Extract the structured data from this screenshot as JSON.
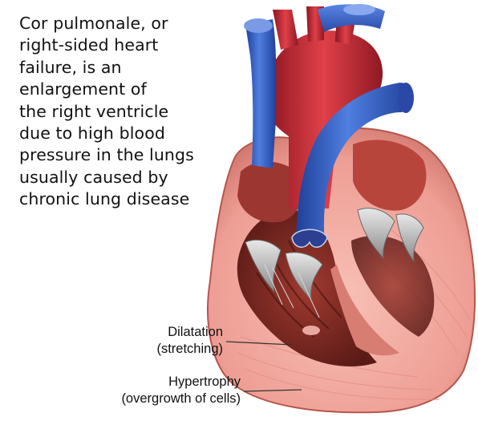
{
  "description": {
    "lines": [
      "Cor pulmonale, or",
      "right-sided heart",
      "failure, is an",
      "enlargement of",
      "the right ventricle",
      "due to high blood",
      "pressure in the lungs",
      "usually caused by",
      "chronic lung disease"
    ]
  },
  "labels": {
    "dilatation": {
      "title": "Dilatation",
      "detail": "(stretching)"
    },
    "hypertrophy": {
      "title": "Hypertrophy",
      "detail": "(overgrowth of cells)"
    }
  },
  "colors": {
    "vein_blue": "#3a64c8",
    "artery_red": "#c8303a",
    "muscle_pink": "#f2a8a0",
    "chamber_dark": "#7a2a24"
  }
}
